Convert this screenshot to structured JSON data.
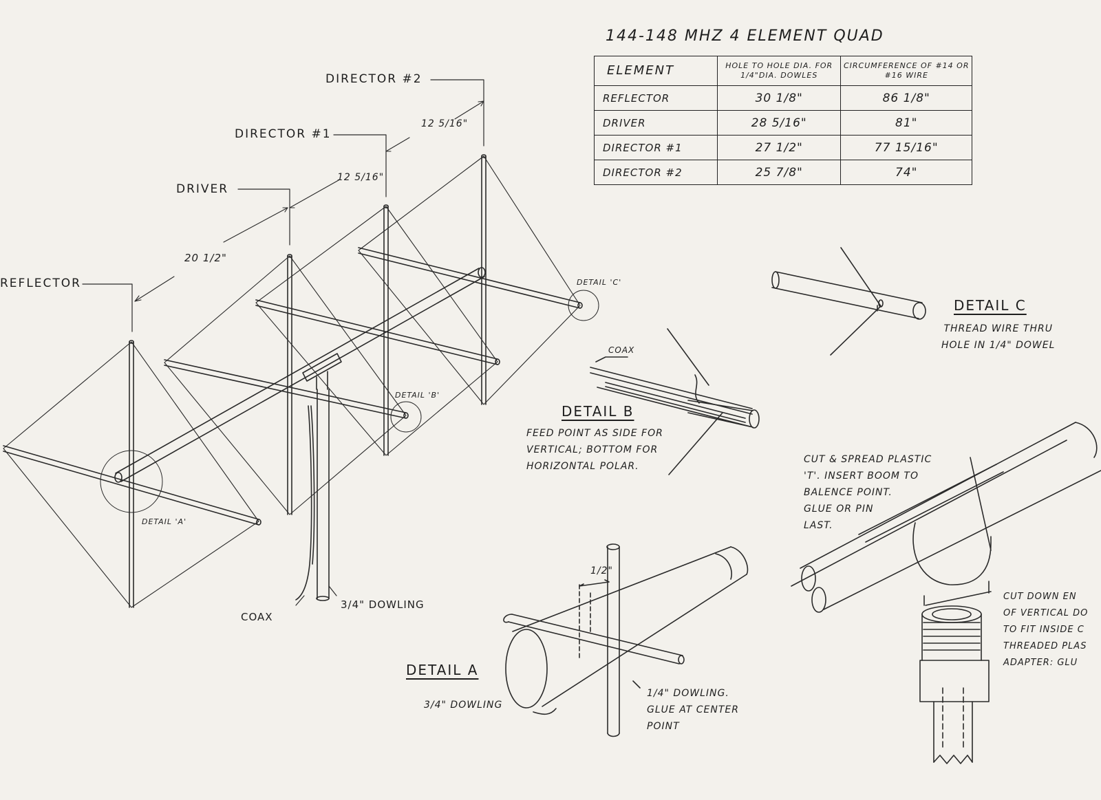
{
  "title": "144-148 MHZ   4 ELEMENT QUAD",
  "table": {
    "headers": [
      "ELEMENT",
      "HOLE TO HOLE DIA. FOR 1/4\"DIA. DOWLES",
      "CIRCUMFERENCE OF #14 OR #16 WIRE"
    ],
    "rows": [
      {
        "element": "REFLECTOR",
        "hole": "30 1/8\"",
        "circumference": "86 1/8\""
      },
      {
        "element": "DRIVER",
        "hole": "28 5/16\"",
        "circumference": "81\""
      },
      {
        "element": "DIRECTOR #1",
        "hole": "27 1/2\"",
        "circumference": "77 15/16\""
      },
      {
        "element": "DIRECTOR #2",
        "hole": "25 7/8\"",
        "circumference": "74\""
      }
    ]
  },
  "main_drawing": {
    "labels": {
      "director2": "DIRECTOR #2",
      "director1": "DIRECTOR #1",
      "driver": "DRIVER",
      "reflector": "REFLECTOR",
      "spacing_reflector_driver": "20 1/2\"",
      "spacing_driver_director1": "12 5/16\"",
      "spacing_director1_director2": "12 5/16\"",
      "detail_a_ref": "DETAIL 'A'",
      "detail_b_ref": "DETAIL 'B'",
      "detail_c_ref": "DETAIL 'C'",
      "coax": "COAX",
      "mast": "3/4\" DOWLING"
    }
  },
  "detail_a": {
    "title": "DETAIL A",
    "dimension": "1/2\"",
    "boom_label": "3/4\" DOWLING",
    "spreader_label": [
      "1/4\" DOWLING.",
      "GLUE AT CENTER",
      "POINT"
    ]
  },
  "detail_b": {
    "title": "DETAIL B",
    "coax_label": "COAX",
    "note": [
      "FEED POINT AS SIDE FOR",
      "VERTICAL; BOTTOM FOR",
      "HORIZONTAL POLAR."
    ]
  },
  "detail_c": {
    "title": "DETAIL C",
    "note": [
      "THREAD WIRE THRU",
      "HOLE IN 1/4\" DOWEL"
    ]
  },
  "tee_detail": {
    "note": [
      "CUT & SPREAD PLASTIC",
      "'T'. INSERT BOOM TO",
      "BALENCE POINT.",
      "GLUE OR PIN",
      "LAST."
    ],
    "adapter_note": [
      "CUT DOWN EN",
      "OF VERTICAL DO",
      "TO FIT INSIDE C",
      "THREADED PLAS",
      "ADAPTER: GLU"
    ]
  }
}
